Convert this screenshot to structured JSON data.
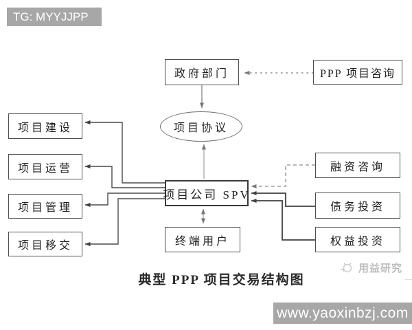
{
  "banners": {
    "top_text": "TG: MYYJJPP",
    "bottom_text": "www.yaoxinbzj.com"
  },
  "diagram": {
    "caption": "典型 PPP 项目交易结构图",
    "nodes": {
      "government": "政府部门",
      "ppp_consulting": "PPP 项目咨询",
      "project_agreement": "项目协议",
      "spv": "项目公司 SPV",
      "end_user": "终端用户",
      "construction": "项目建设",
      "operation": "项目运营",
      "management": "项目管理",
      "transfer": "项目移交",
      "financing_consulting": "融资咨询",
      "debt_investment": "债务投资",
      "equity_investment": "权益投资"
    }
  },
  "watermark": {
    "text": "用益研究",
    "dash": "—"
  },
  "colors": {
    "banner_gray": "#a7a7a7",
    "banner_text": "#ffffff",
    "box_border": "#4f4f4f",
    "spv_border": "#3a3a3a",
    "solid_line": "#3f3f3f",
    "thin_line": "#8c8c8c",
    "dashed_line": "#8a8a8a",
    "watermark_gray": "#bdbdbd",
    "text_dark": "#1f1f1f",
    "background": "#ffffff"
  }
}
